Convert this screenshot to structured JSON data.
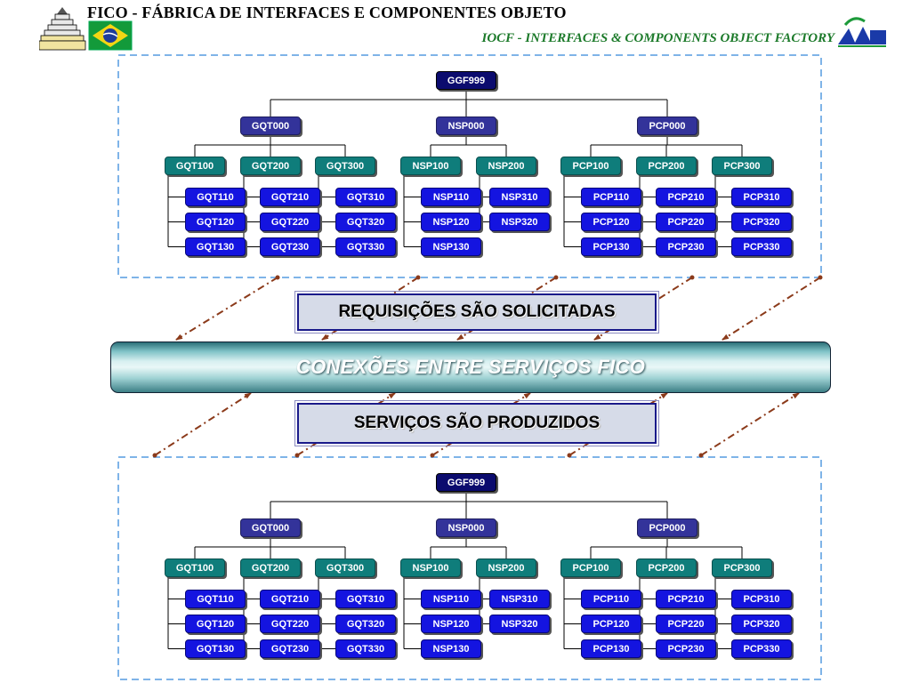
{
  "header": {
    "title": "FICO - FÁBRICA DE INTERFACES E COMPONENTES OBJETO",
    "subtitle": "IOCF - INTERFACES & COMPONENTS OBJECT FACTORY"
  },
  "middle": {
    "requests": "REQUISIÇÕES SÃO SOLICITADAS",
    "bus": "CONEXÕES ENTRE SERVIÇOS FICO",
    "services": "SERVIÇOS SÃO PRODUZIDOS"
  },
  "tree": {
    "root": "GGF999",
    "groups": [
      {
        "name": "GQT000",
        "children": [
          {
            "name": "GQT100",
            "children": [
              "GQT110",
              "GQT120",
              "GQT130"
            ]
          },
          {
            "name": "GQT200",
            "children": [
              "GQT210",
              "GQT220",
              "GQT230"
            ]
          },
          {
            "name": "GQT300",
            "children": [
              "GQT310",
              "GQT320",
              "GQT330"
            ]
          }
        ]
      },
      {
        "name": "NSP000",
        "children": [
          {
            "name": "NSP100",
            "children": [
              "NSP110",
              "NSP120",
              "NSP130"
            ]
          },
          {
            "name": "NSP200",
            "children": [
              "NSP310",
              "NSP320"
            ]
          }
        ]
      },
      {
        "name": "PCP000",
        "children": [
          {
            "name": "PCP100",
            "children": [
              "PCP110",
              "PCP120",
              "PCP130"
            ]
          },
          {
            "name": "PCP200",
            "children": [
              "PCP210",
              "PCP220",
              "PCP230"
            ]
          },
          {
            "name": "PCP300",
            "children": [
              "PCP310",
              "PCP320",
              "PCP330"
            ]
          }
        ]
      }
    ]
  },
  "colors": {
    "root": "#0b0b6e",
    "level1": "#33339a",
    "level2": "#0f7d7b",
    "level3": "#1414e0",
    "arrow": "#8b3a1a",
    "frame": "#7fb4e8",
    "subtitle": "#1c7a2a"
  },
  "icons": {
    "left_logo": "stepped-pyramid-and-brazil-flag-icon",
    "right_logo": "iocf-logo-icon"
  }
}
